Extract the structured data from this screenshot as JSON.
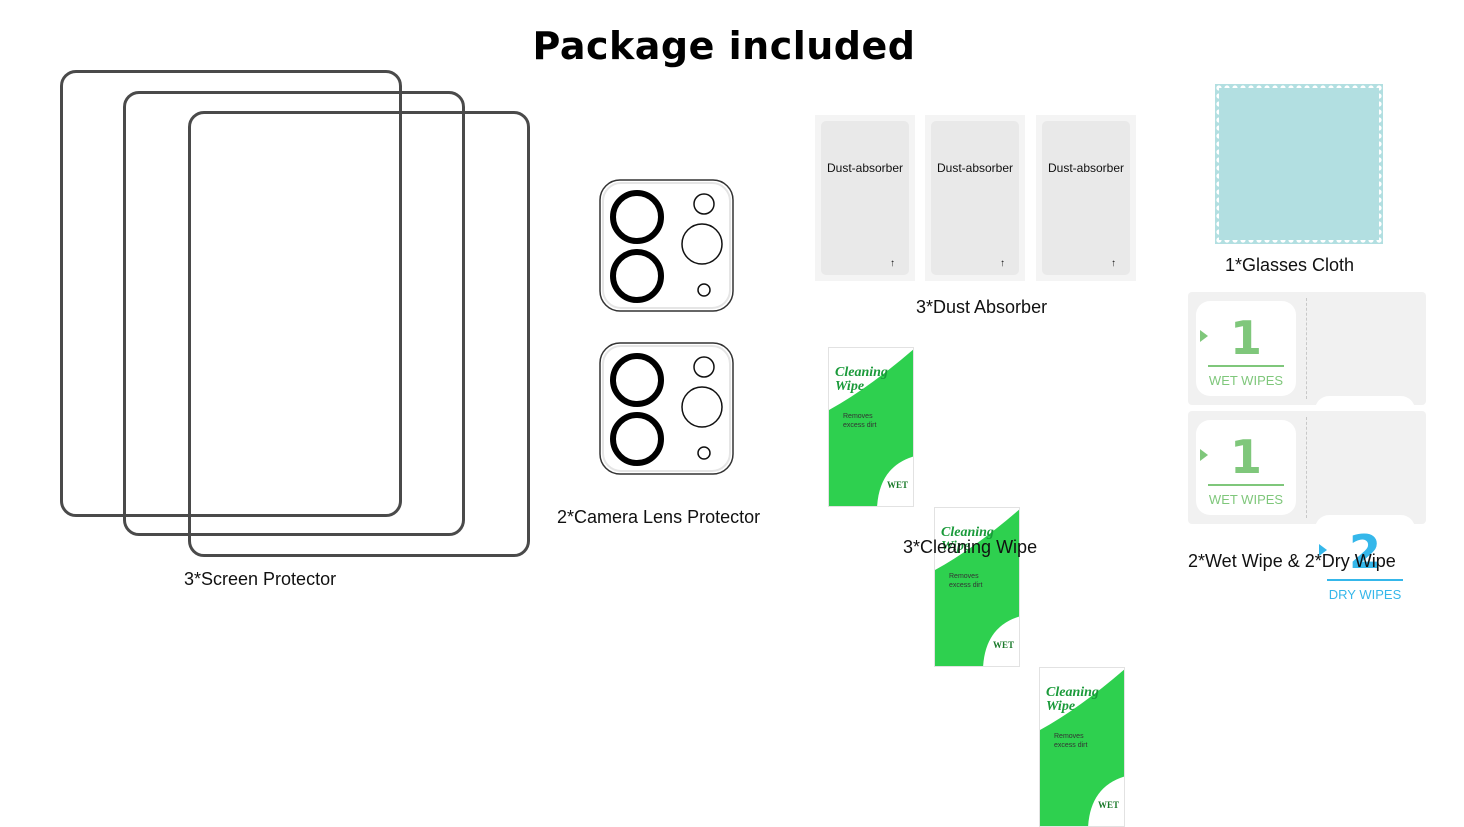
{
  "title": "Package included",
  "screen_protector": {
    "label": "3*Screen Protector"
  },
  "camera_lens": {
    "label": "2*Camera Lens Protector"
  },
  "dust_absorber": {
    "label": "3*Dust Absorber",
    "items": [
      "Dust-absorber",
      "Dust-absorber",
      "Dust-absorber"
    ],
    "arrow": "↑"
  },
  "cleaning_wipe": {
    "label": "3*Cleaning Wipe",
    "line1": "Cleaning",
    "line2": "Wipe",
    "sub1": "Removes",
    "sub2": "excess dirt",
    "tag": "WET"
  },
  "glasses_cloth": {
    "label": "1*Glasses Cloth"
  },
  "wet_dry": {
    "label": "2*Wet Wipe & 2*Dry Wipe",
    "wet_number": "1",
    "wet_text": "WET WIPES",
    "dry_number": "2",
    "dry_text": "DRY WIPES"
  },
  "colors": {
    "outline": "#4a4a4a",
    "wipe_green": "#2ed04f",
    "wet_green": "#7fc77b",
    "dry_blue": "#35b7ea",
    "cloth": "#b2dfe1"
  }
}
